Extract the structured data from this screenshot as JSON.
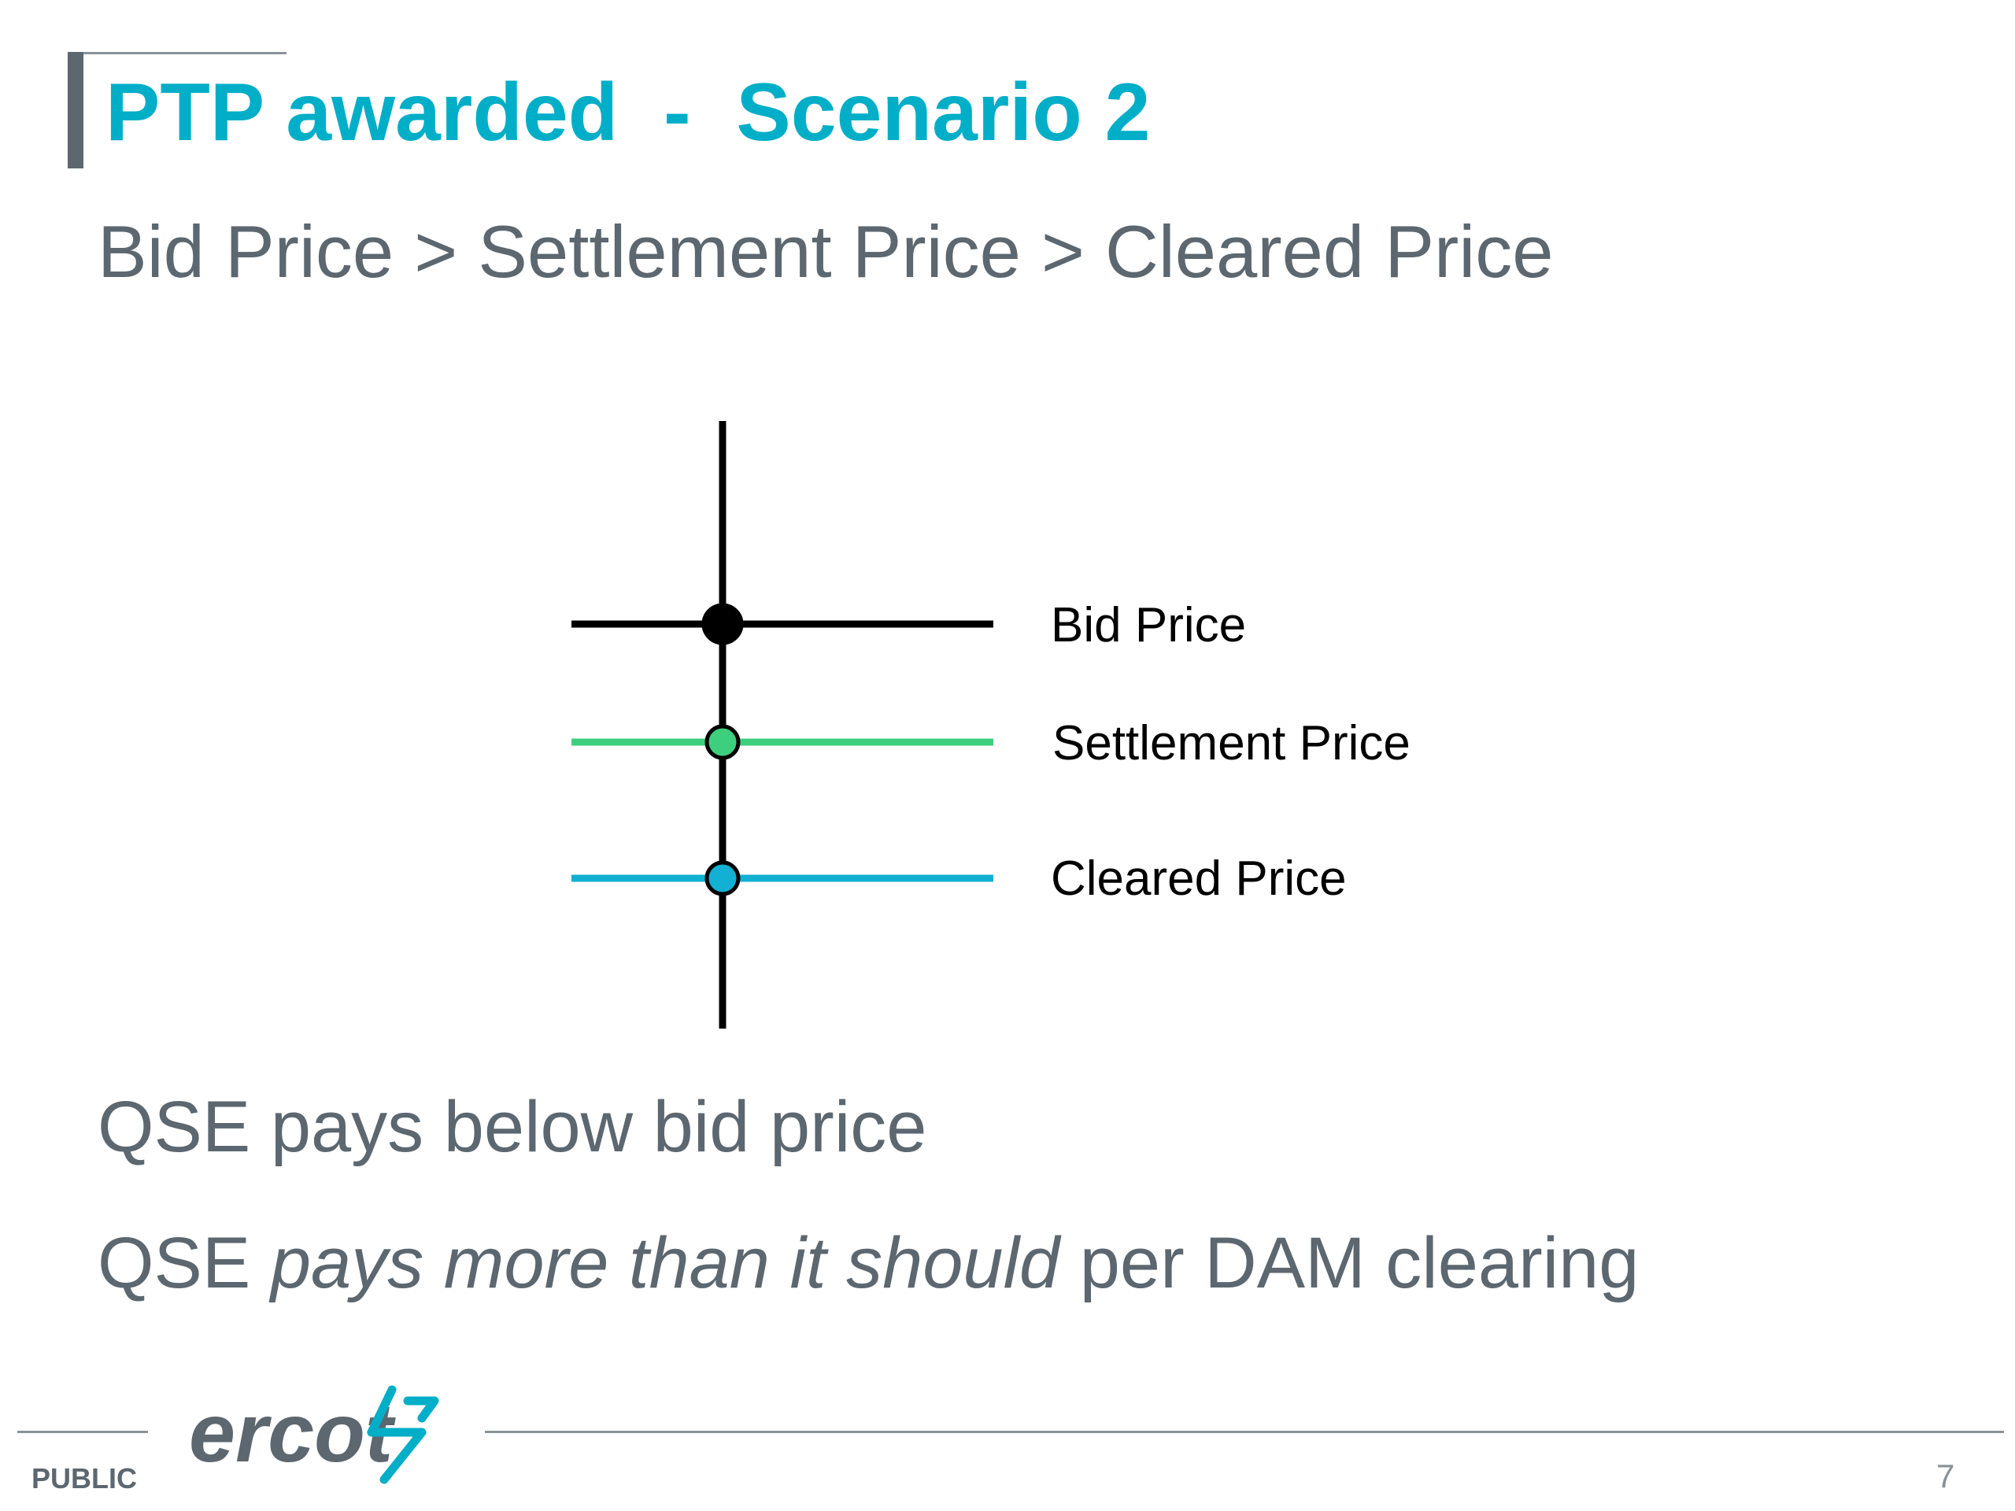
{
  "slide": {
    "title": "PTP awarded  -  Scenario 2",
    "subtitle": "Bid Price > Settlement Price > Cleared Price"
  },
  "diagram": {
    "lines": [
      {
        "label": "Bid Price",
        "color": "#000000"
      },
      {
        "label": "Settlement Price",
        "color": "#3ecf7e"
      },
      {
        "label": "Cleared Price",
        "color": "#12b0d2"
      }
    ]
  },
  "bullets": {
    "line1": "QSE pays below bid price",
    "line2_prefix": "QSE ",
    "line2_emphasis": "pays more than it should",
    "line2_suffix": " per DAM clearing"
  },
  "footer": {
    "classification": "PUBLIC",
    "logo_text": "ercot",
    "page_number": "7"
  },
  "colors": {
    "title": "#00aec7",
    "body_text": "#5c6770",
    "logo_mark": "#00aec7"
  }
}
